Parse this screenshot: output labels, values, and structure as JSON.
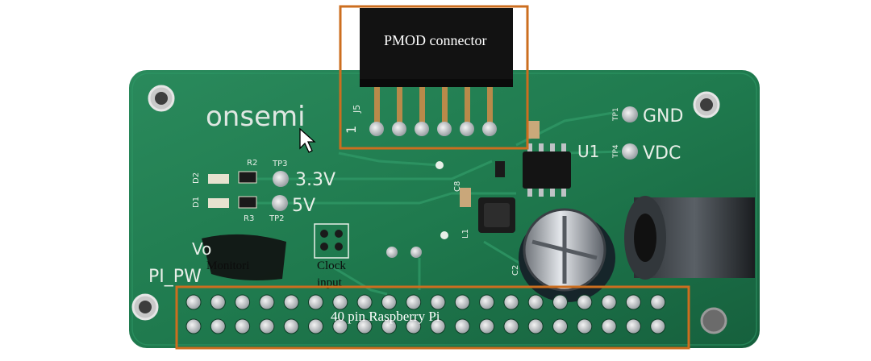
{
  "photo": {
    "board": {
      "brand_logo": "onsemi",
      "silkscreen": {
        "gnd": "GND",
        "vdc": "VDC",
        "tp1": "TP1",
        "tp4": "TP4",
        "tp3": "TP3",
        "tp2": "TP2",
        "v33": "3.3V",
        "v5": "5V",
        "r2": "R2",
        "r3": "R3",
        "d1": "D1",
        "d2": "D2",
        "j5": "J5",
        "pin1": "1",
        "u1": "U1",
        "c8": "C8",
        "l1": "L1",
        "c2": "C2",
        "pi_pw": "PI_PW",
        "vo": "Vo"
      }
    },
    "overlay_labels": {
      "pmod": "PMOD connector",
      "raspberry": "40 pin Raspberry Pi",
      "monitor": "Monitori",
      "clock": "Clock",
      "input": "input"
    },
    "colors": {
      "annotation_box": "#cc6e1f",
      "pcb": "#1f7a4e",
      "silkscreen": "#e8efe8"
    }
  }
}
